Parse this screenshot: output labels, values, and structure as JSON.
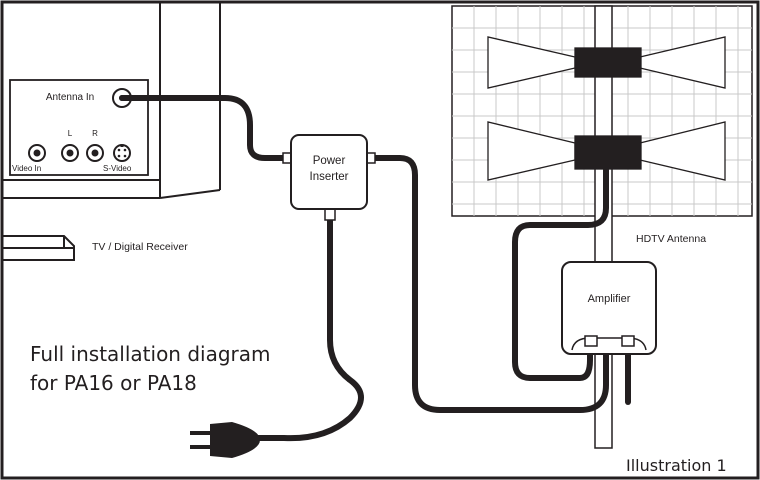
{
  "panel": {
    "antenna_in": "Antenna In",
    "video_in": "Video In",
    "left": "L",
    "right": "R",
    "svideo": "S-Video"
  },
  "labels": {
    "tv": "TV / Digital Receiver",
    "power_line1": "Power",
    "power_line2": "Inserter",
    "amplifier": "Amplifier",
    "hdtv": "HDTV Antenna"
  },
  "caption": {
    "line1": "Full installation diagram",
    "line2": "for PA16 or PA18",
    "illustration": "Illustration 1"
  },
  "colors": {
    "ink": "#231f20",
    "grid": "#c9c9c9"
  }
}
